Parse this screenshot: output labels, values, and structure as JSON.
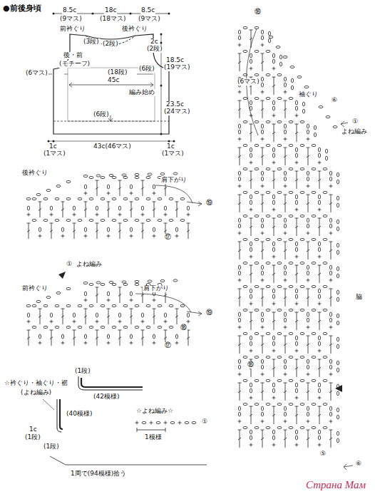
{
  "diagram": {
    "title": "●前後身頃",
    "labels": [
      "8.5c",
      "(9マス)",
      "18c",
      "(18マス)",
      "8.5c",
      "(9マス)",
      "前衿ぐり",
      "(3段)",
      "後衿ぐり",
      "(2段)",
      "2c",
      "(2段)",
      "後・前",
      "(モチーフ)",
      "(6マス)",
      "(18段)",
      "(6段)",
      "18.5c",
      "(19マス)",
      "45c",
      "編み始め",
      "23.5c",
      "(24マス)",
      "(6段)",
      "1c",
      "(1マス)",
      "43c(46マス)",
      "1c",
      "(1マス)",
      "後衿ぐり",
      "肩下がり",
      "⑲",
      "⑰",
      "①",
      "よね編み",
      "前衿ぐり",
      "肩下がり",
      "⑲",
      "⑱",
      "⑰",
      "(1段)",
      "☆衿ぐり・袖ぐり・裾",
      "(よね編み)",
      "(42模様)",
      "(40模様)",
      "1c",
      "(1段)",
      "(1段)",
      "1周で(94模様)拾う",
      "☆よね編み☆",
      "①",
      "1模様",
      "⑱",
      "(6マス)",
      "袖ぐり",
      "⑥",
      "①",
      "よね編み",
      "脇",
      "⑱",
      "⑤",
      "⑥",
      "Страна Мам"
    ]
  }
}
